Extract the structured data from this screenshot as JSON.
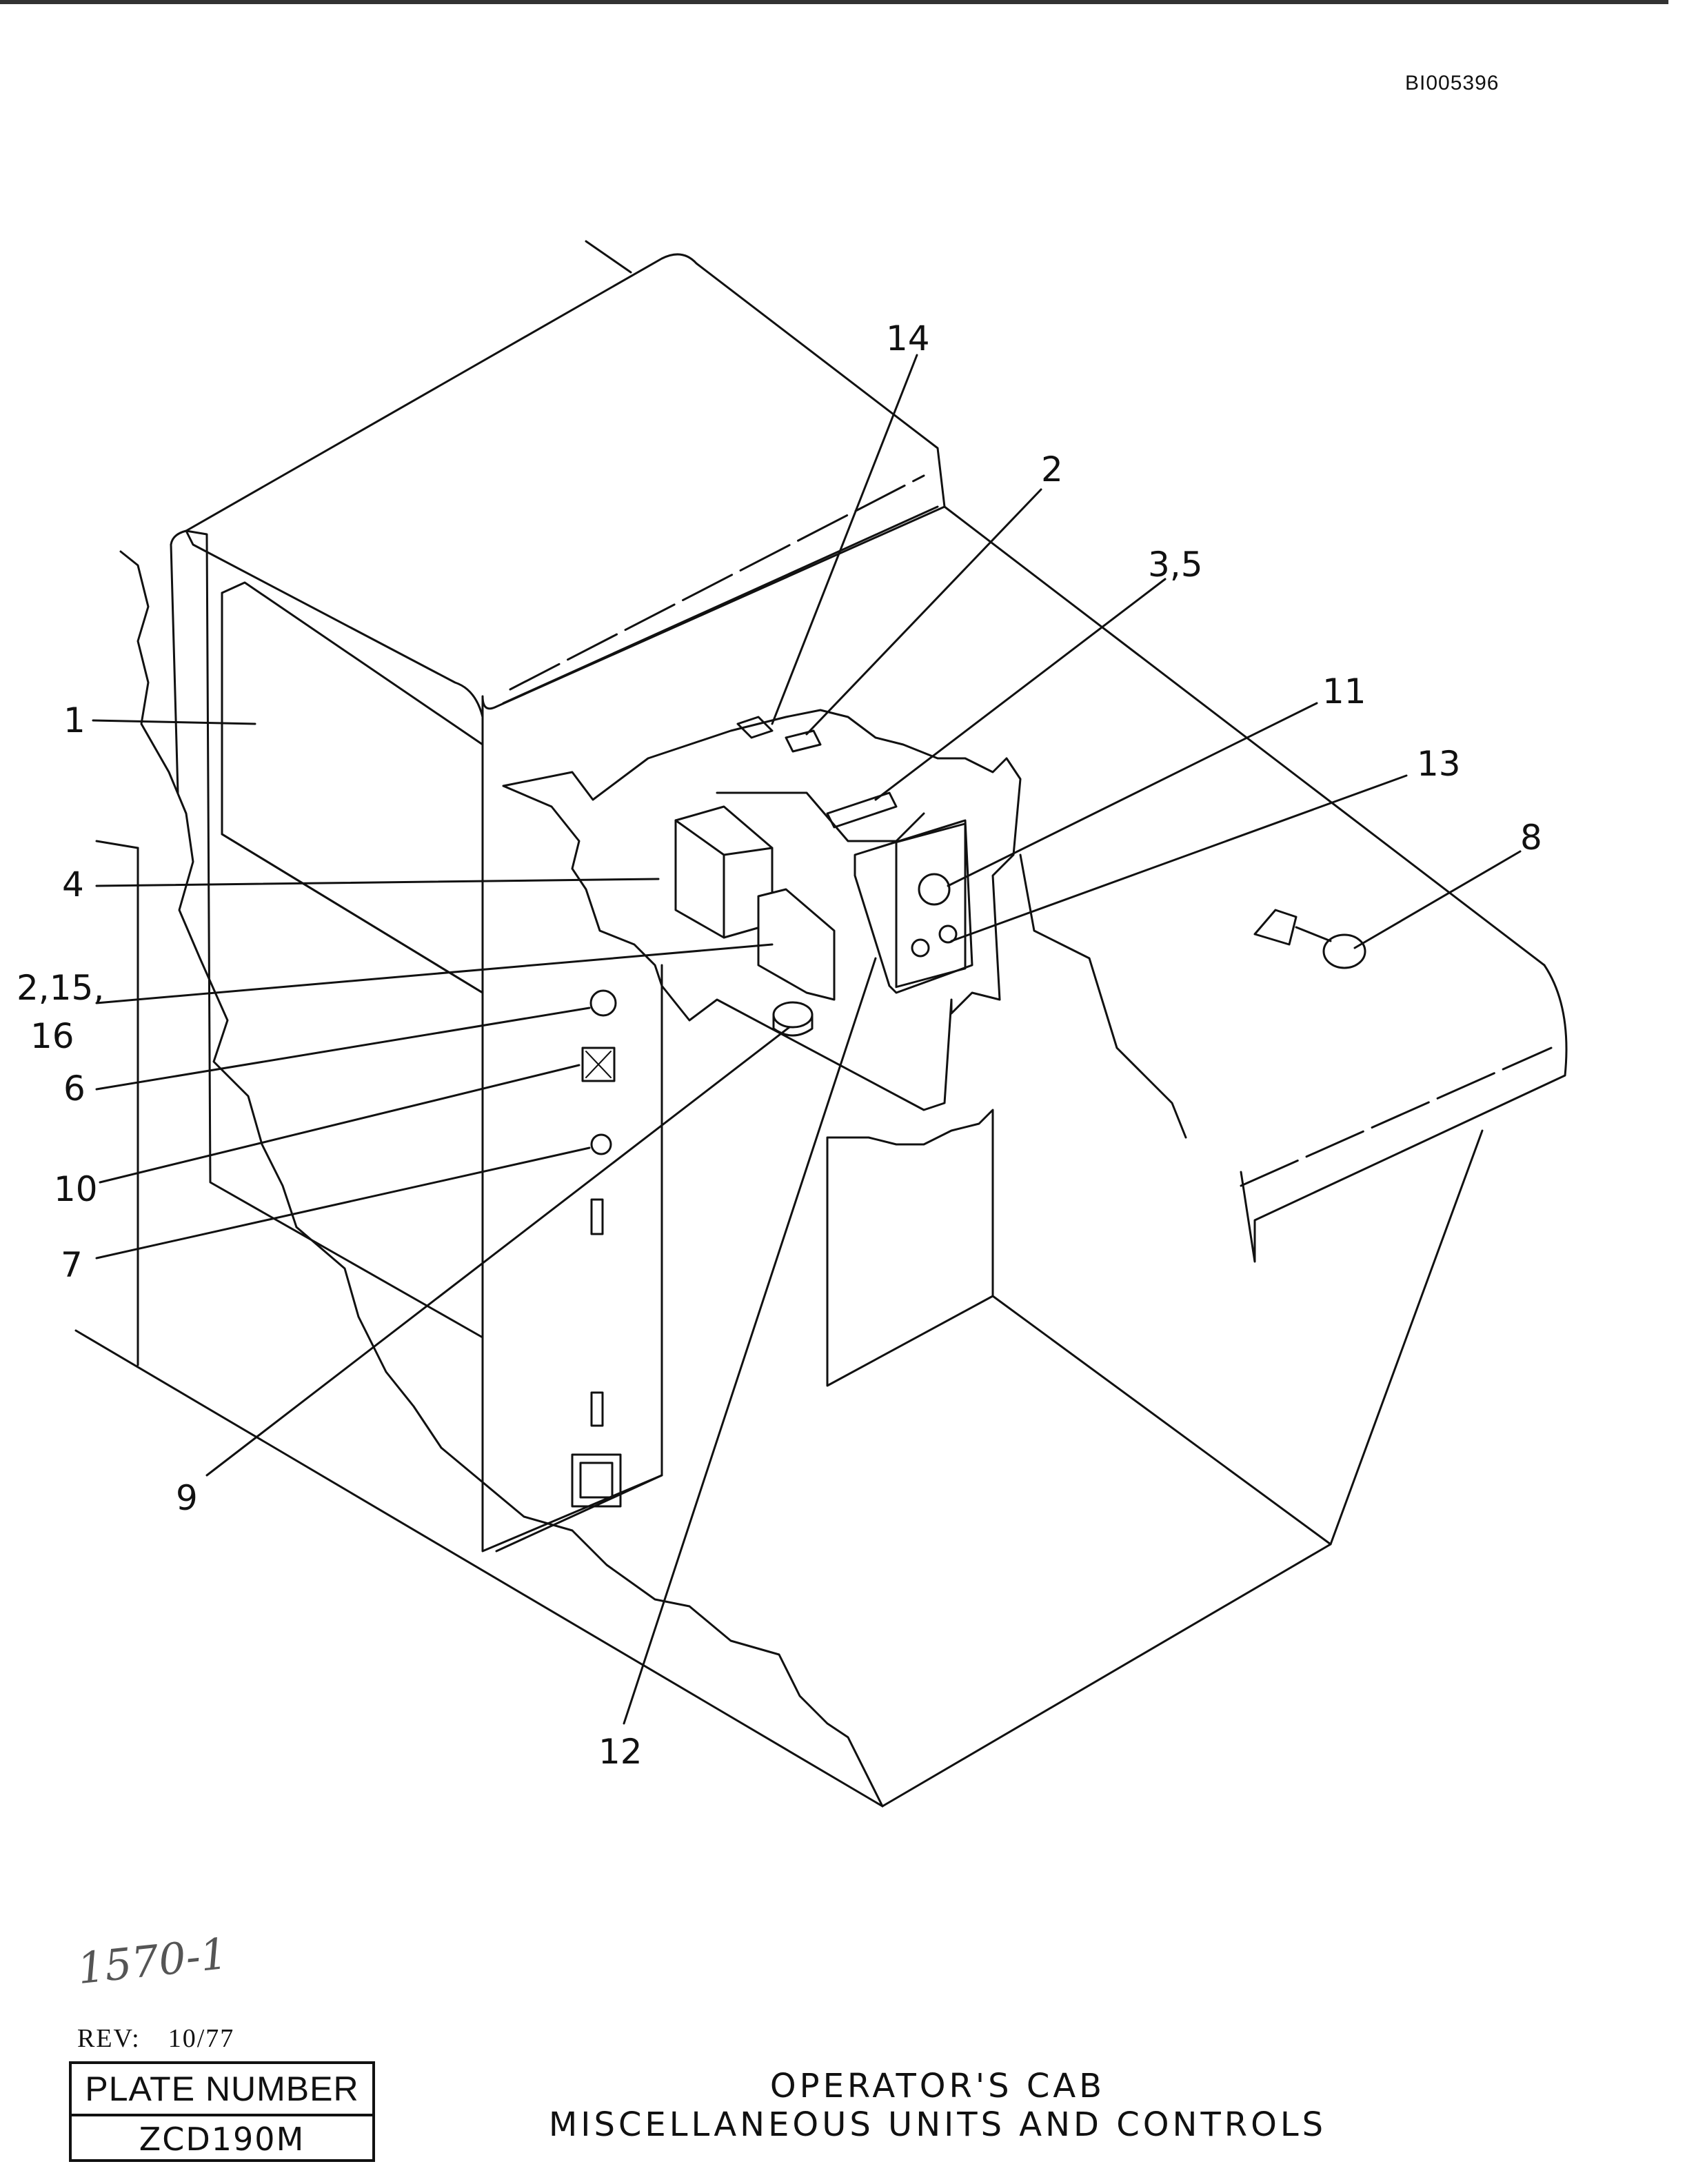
{
  "document_id": "BI005396",
  "callouts": [
    "14",
    "2",
    "3,5",
    "11",
    "13",
    "8",
    "1",
    "4",
    "2,15,",
    "16",
    "6",
    "10",
    "7",
    "9",
    "12"
  ],
  "handwritten_note": "1570-1",
  "revision": {
    "label": "REV:",
    "value": "10/77"
  },
  "plate": {
    "label": "PLATE NUMBER",
    "number": "ZCD190M"
  },
  "title": {
    "line1": "OPERATOR'S CAB",
    "line2": "MISCELLANEOUS UNITS AND CONTROLS"
  }
}
